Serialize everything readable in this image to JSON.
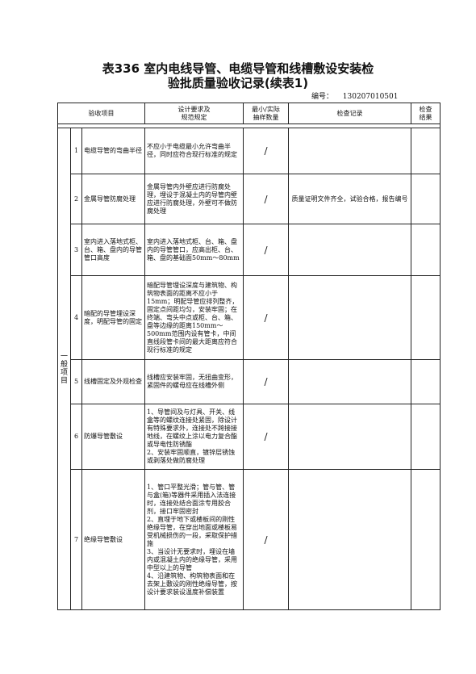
{
  "title_line1": "表336   室内电线导管、电缆导管和线槽敷设安装检",
  "title_line2": "验批质量验收记录(续表1)",
  "code_label": "编号：",
  "code_value": "130207010501",
  "header": {
    "item": "验收项目",
    "req_line1": "设计要求及",
    "req_line2": "规范规定",
    "samp_line1": "最小/实际",
    "samp_line2": "抽样数量",
    "record": "检查记录",
    "result_line1": "检查",
    "result_line2": "结果"
  },
  "group_label": "一般项目",
  "rows": [
    {
      "num": "1",
      "item": "电缆导管的弯曲半径",
      "req": "不应小于电缆最小允许弯曲半径，同时应符合现行标准的规定",
      "samp": "/",
      "record": ""
    },
    {
      "num": "2",
      "item": "金属导管防腐处理",
      "req": "金属导管内外壁应进行防腐处理，埋设于混凝土内的导管内壁应进行防腐处理，外壁可不做防腐处理",
      "samp": "/",
      "record": "质量证明文件齐全，试验合格，报告编号"
    },
    {
      "num": "3",
      "item": "室内进入落地式柜、台、箱、盘内的导管管口高度",
      "req": "室内进入落地式柜、台、箱、盘内的导管管口，应高出柜、台、箱、盘的基础面50mm～80mm",
      "samp": "/",
      "record": ""
    },
    {
      "num": "4",
      "item": "暗配的导管埋设深度，明配导管的固定",
      "req": "暗配导管埋设深度与建筑物、构筑物表面的距离不应小于15mm；明配导管应排列整齐，固定点间距均匀，安装牢固；在终端、弯头中点或柜、台、箱、盘等边缘的距离150mm～500mm范围内设有管卡，中间直线段管卡间的最大距离应符合现行标准的规定",
      "samp": "/",
      "record": ""
    },
    {
      "num": "5",
      "item": "线槽固定及外观检查",
      "req": "线槽应安装牢固，无扭曲变形，紧固件的螺母应在线槽外侧",
      "samp": "/",
      "record": ""
    },
    {
      "num": "6",
      "item": "防爆导管敷设",
      "req": "1、导管间及与灯具、开关、线盒等的螺纹连接处紧固，除设计有特殊要求外，连接处不跨接接地线，在螺纹上涂以电力复合酯或导电性防锈酯\n2、安装牢固顺直，镀锌层锈蚀或剥落处做防腐处理",
      "samp": "/",
      "record": ""
    },
    {
      "num": "7",
      "item": "绝缘导管敷设",
      "req": "1、管口平整光滑；管与管、管与盒(箱)等器件采用插入法连接时，连接处结合面涂专用胶合剂，接口牢固密封\n2、直埋于地下或楼板间的刚性绝缘导管，在穿出地面或楼板易受机械损伤的一段，采取保护措施\n3、当设计无要求时，埋设在墙内或混凝土内的绝缘导管，采用中型以上的导管\n4、沿建筑物、构筑物表面和在去架上敷设的刚性绝缘导管，按设计要求装设温度补偿装置",
      "samp": "/",
      "record": ""
    }
  ]
}
